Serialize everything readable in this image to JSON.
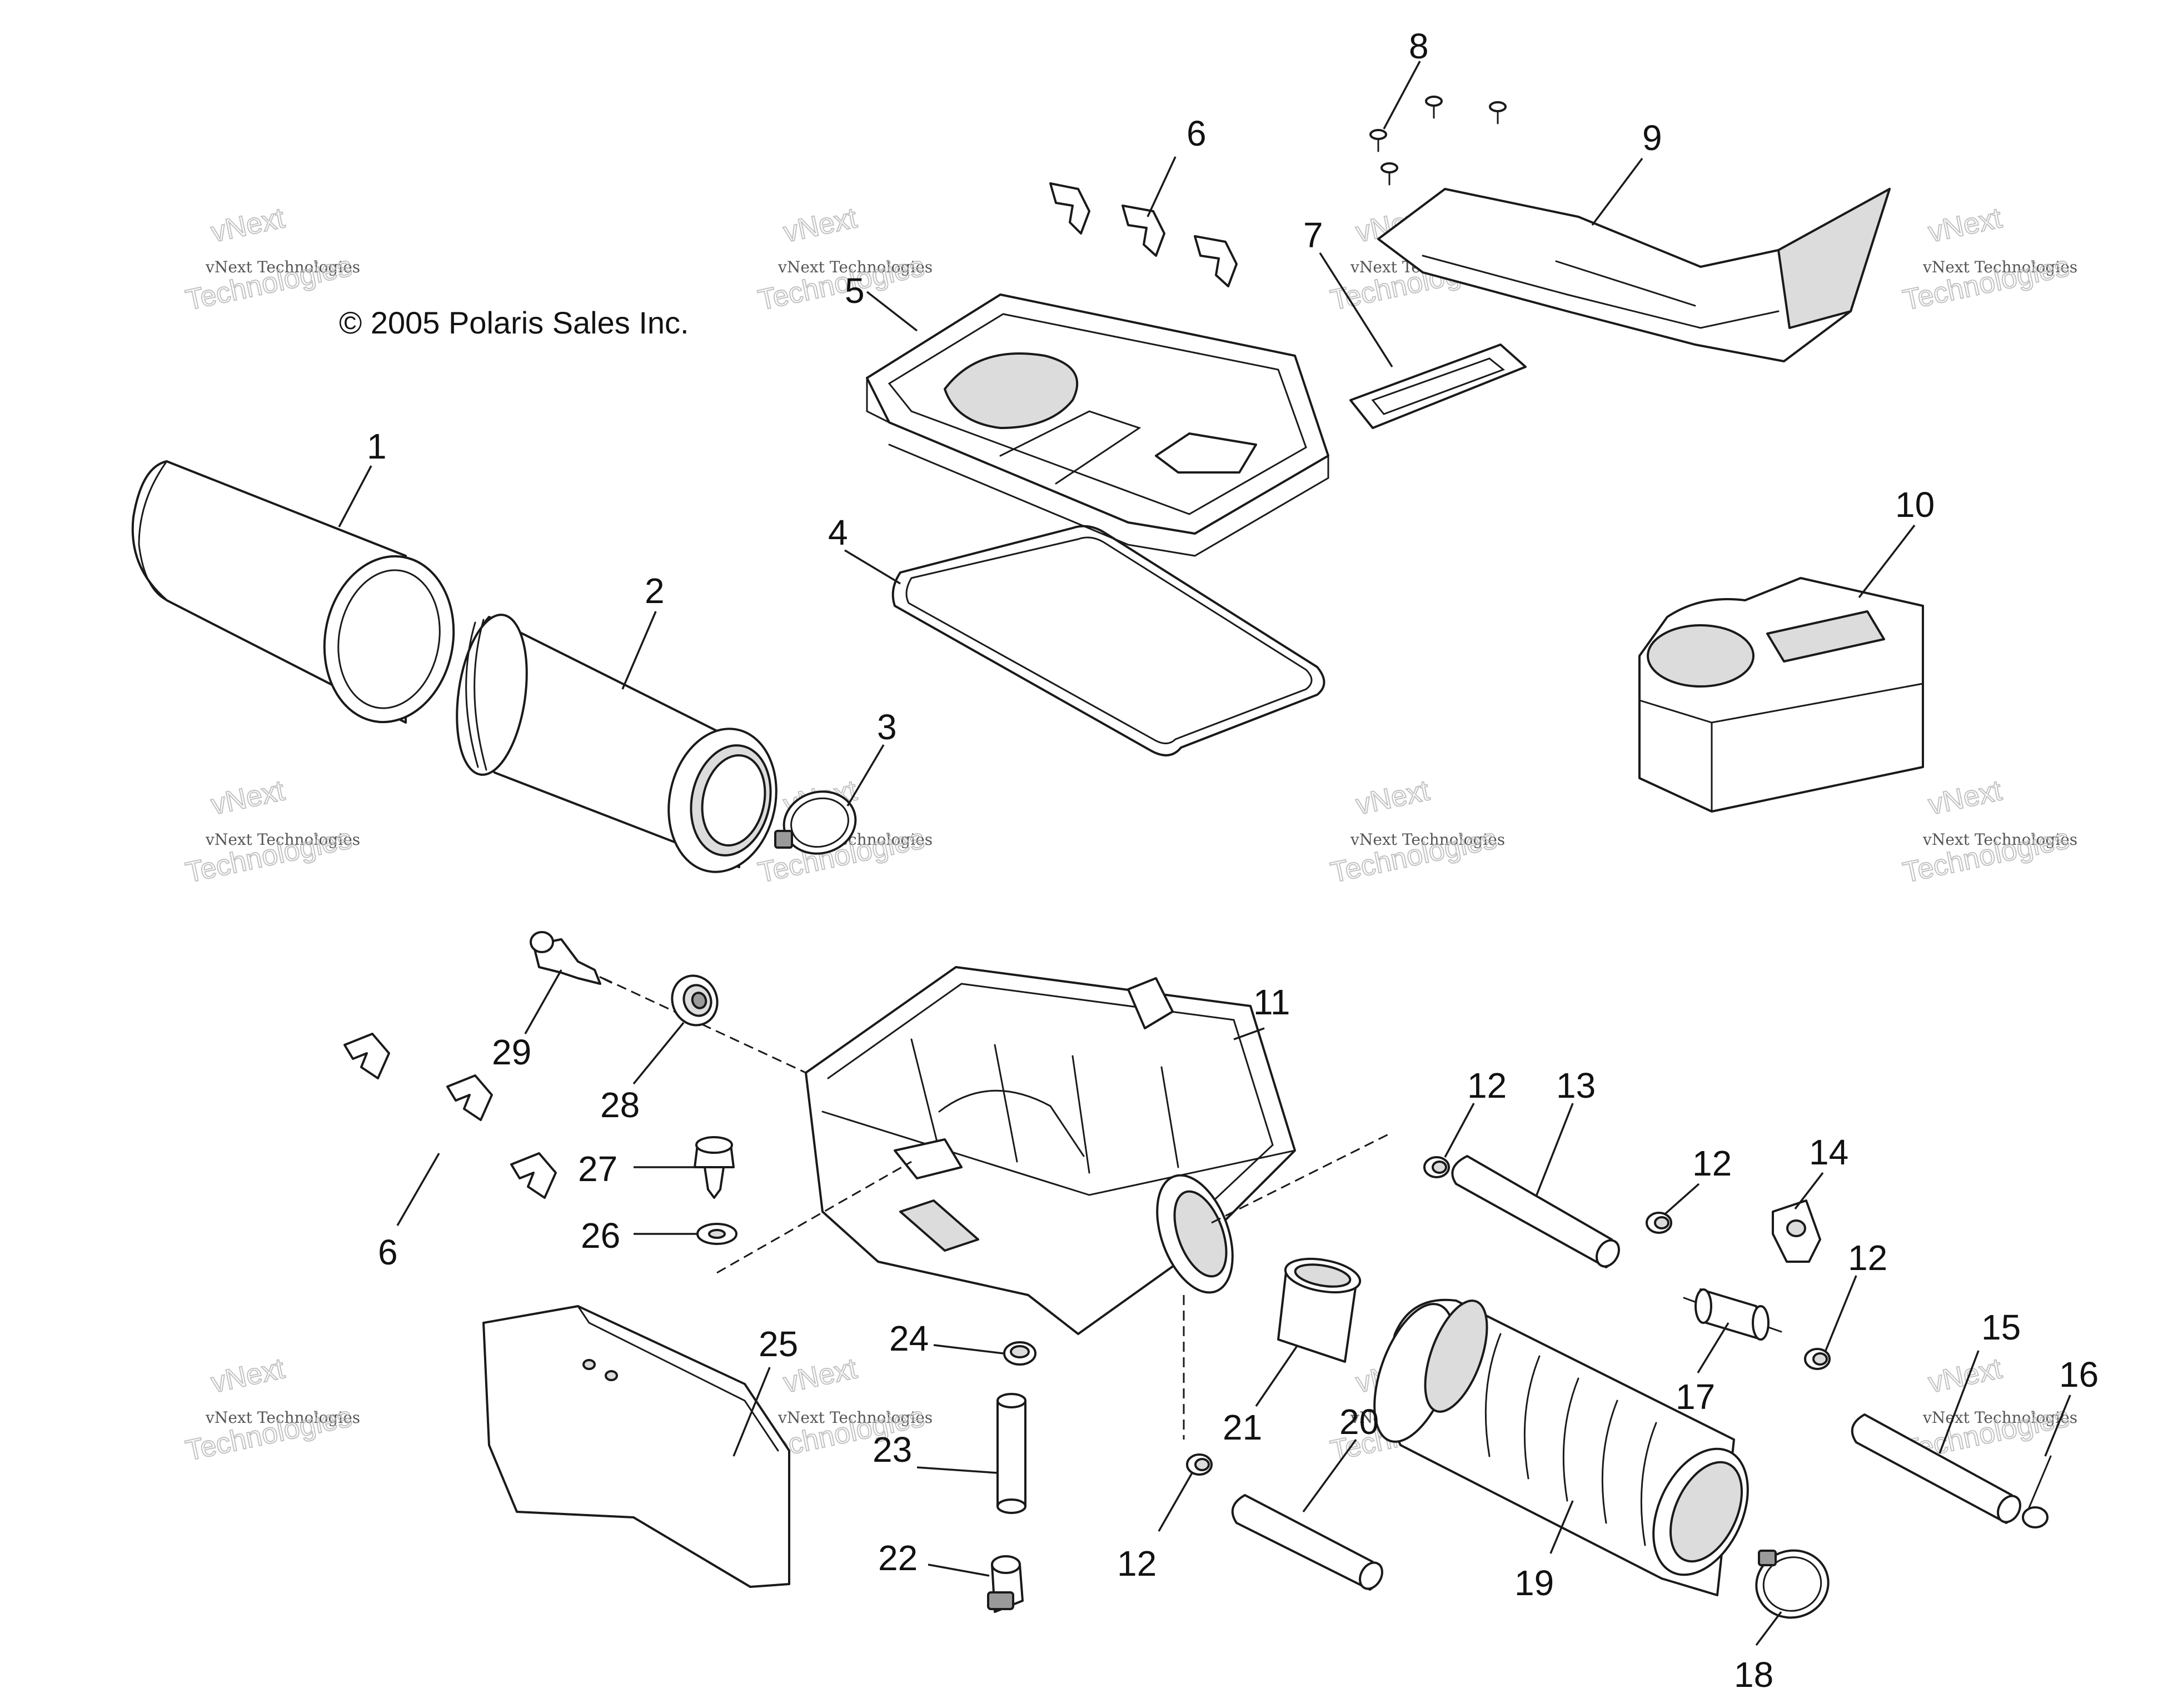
{
  "copyright": "© 2005 Polaris Sales Inc.",
  "watermark": {
    "small": "vNext Technologies",
    "large_top": "vNext",
    "large_bottom": "Technologies"
  },
  "callouts": [
    "1",
    "2",
    "3",
    "4",
    "5",
    "6",
    "6",
    "7",
    "8",
    "9",
    "10",
    "11",
    "12",
    "12",
    "12",
    "12",
    "13",
    "14",
    "15",
    "16",
    "17",
    "18",
    "19",
    "20",
    "21",
    "22",
    "23",
    "24",
    "25",
    "26",
    "27",
    "28",
    "29"
  ]
}
